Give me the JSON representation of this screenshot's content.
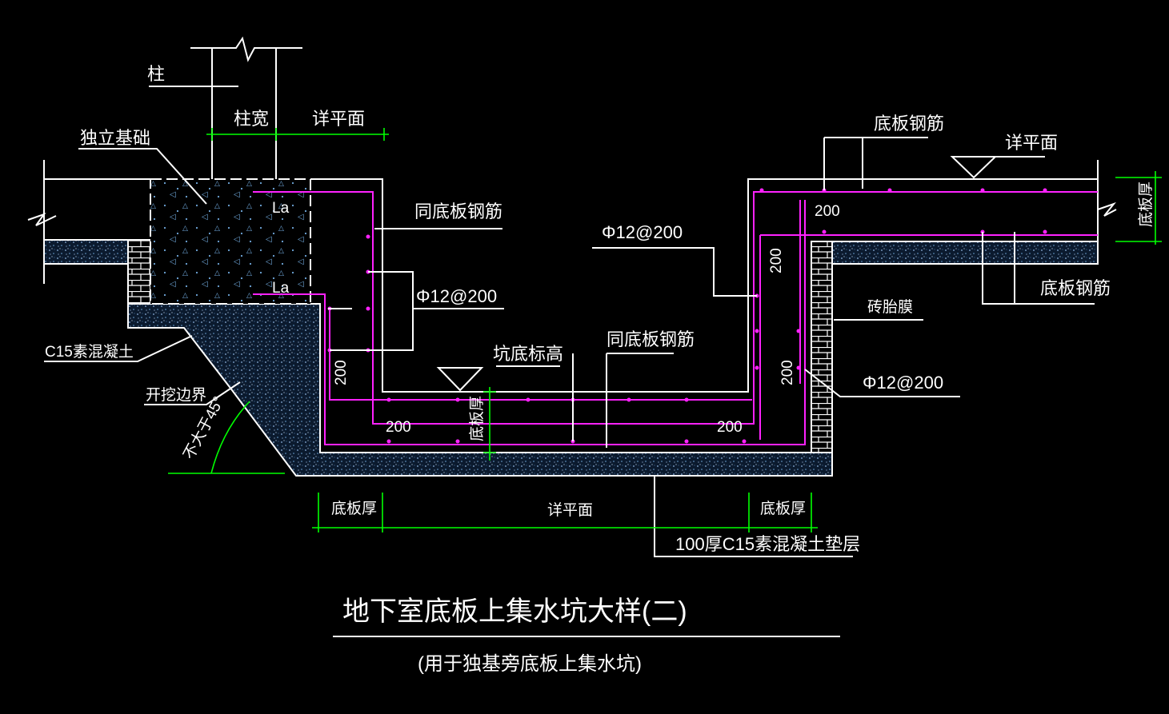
{
  "drawing": {
    "title": "地下室底板上集水坑大样(二)",
    "subtitle": "(用于独基旁底板上集水坑)",
    "colors": {
      "background": "#000000",
      "line": "#ffffff",
      "dimension": "#00ff00",
      "rebar": "#ff22ff",
      "concrete_dots": "#6fa8dc",
      "brick": "#ffffff"
    },
    "labels": {
      "column": "柱",
      "column_width": "柱宽",
      "detail_plan_top": "详平面",
      "isolated_footing": "独立基础",
      "la_upper": "La",
      "la_lower": "La",
      "same_as_slab_rebar_left": "同底板钢筋",
      "phi12_left": "Φ12@200",
      "pit_bottom_elevation": "坑底标高",
      "c15_concrete": "C15素混凝土",
      "excavation_boundary": "开挖边界",
      "angle_note": "不大于45°",
      "dim_200_left_vertical": "200",
      "dim_200_left_bottom": "200",
      "slab_thickness_pit": "底板厚",
      "same_as_slab_rebar_mid": "同底板钢筋",
      "phi12_mid": "Φ12@200",
      "dim_200_right_top": "200",
      "dim_200_right_vertical": "200",
      "dim_200_right_bottom": "200",
      "dim_200_right_lower_vertical": "200",
      "slab_rebar_top": "底板钢筋",
      "detail_plan_right": "详平面",
      "slab_thickness_right": "底板厚",
      "brick_membrane": "砖胎膜",
      "slab_rebar_right": "底板钢筋",
      "phi12_right": "Φ12@200",
      "dim_slab_thk_left": "底板厚",
      "dim_detail_plan_bottom": "详平面",
      "dim_slab_thk_right": "底板厚",
      "cushion": "100厚C15素混凝土垫层"
    }
  }
}
